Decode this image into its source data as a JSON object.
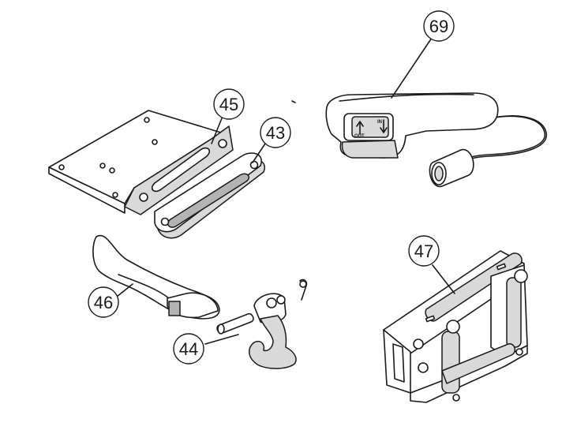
{
  "callouts": {
    "c69": "69",
    "c45": "45",
    "c43": "43",
    "c47": "47",
    "c46": "46",
    "c44": "44"
  },
  "remote_switch_labels": {
    "out": "OUT",
    "in": "IN"
  }
}
